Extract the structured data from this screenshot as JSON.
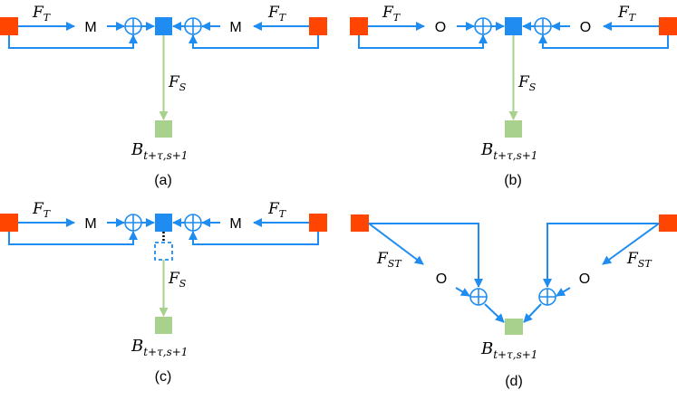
{
  "colors": {
    "input_node": "#ff4500",
    "fused_node": "#1e8cf0",
    "output_node": "#a9d18e",
    "arrow": "#1e8cf0",
    "spatial_arrow": "#a9d18e"
  },
  "panels": [
    {
      "caption": "(a)",
      "op_label": "M",
      "temporal_label": "F",
      "temporal_sub": "T",
      "spatial_label": "F",
      "spatial_sub": "S",
      "output_label": "B",
      "output_sub": "t+τ,s+1"
    },
    {
      "caption": "(b)",
      "op_label": "O",
      "temporal_label": "F",
      "temporal_sub": "T",
      "spatial_label": "F",
      "spatial_sub": "S",
      "output_label": "B",
      "output_sub": "t+τ,s+1"
    },
    {
      "caption": "(c)",
      "op_label": "M",
      "temporal_label": "F",
      "temporal_sub": "T",
      "spatial_label": "F",
      "spatial_sub": "S",
      "output_label": "B",
      "output_sub": "t+τ,s+1"
    },
    {
      "caption": "(d)",
      "op_label": "O",
      "st_label": "F",
      "st_sub": "ST",
      "output_label": "B",
      "output_sub": "t+τ,s+1"
    }
  ]
}
